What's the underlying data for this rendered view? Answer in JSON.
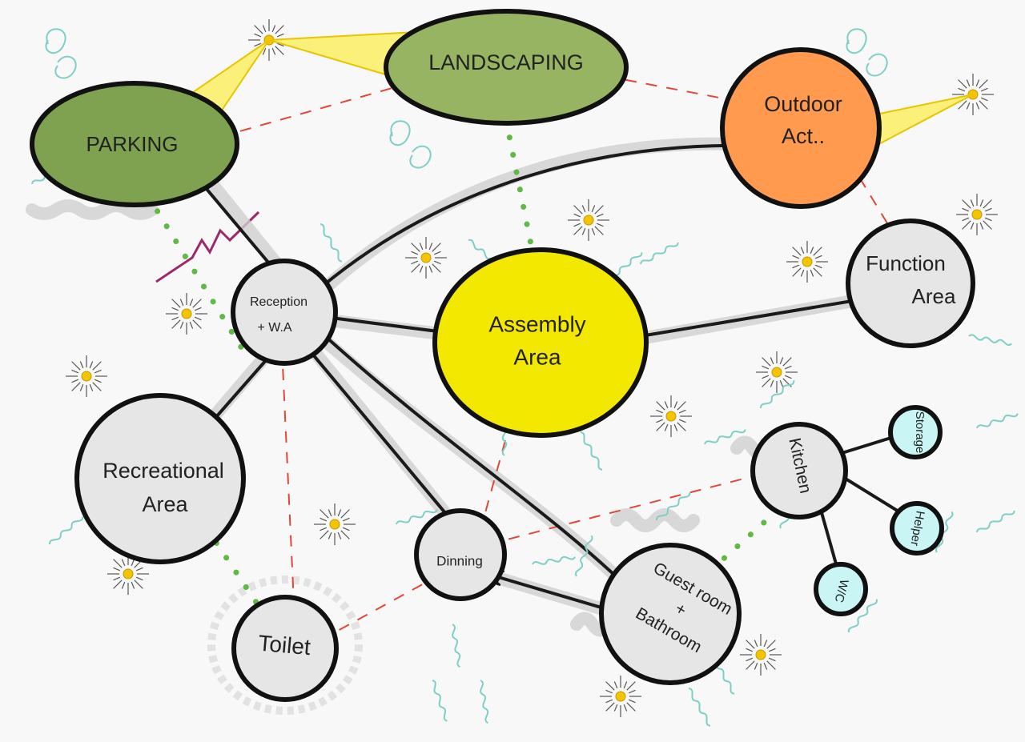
{
  "diagram": {
    "nodes": {
      "parking": {
        "label": "PARKING",
        "color": "#7ea24f"
      },
      "landscaping": {
        "label": "LANDSCAPING",
        "color": "#96b462"
      },
      "outdoor": {
        "line1": "Outdoor",
        "line2": "Act..",
        "color": "#ff9a4e"
      },
      "function": {
        "line1": "Function",
        "line2": "Area",
        "color": "#e6e6e6"
      },
      "reception": {
        "line1": "Reception",
        "line2": "+ W.A",
        "color": "#e6e6e6"
      },
      "assembly": {
        "line1": "Assembly",
        "line2": "Area",
        "color": "#f3e800"
      },
      "recreational": {
        "line1": "Recreational",
        "line2": "Area",
        "color": "#e6e6e6"
      },
      "dinning": {
        "label": "Dinning",
        "color": "#e6e6e6"
      },
      "toilet": {
        "label": "Toilet",
        "color": "#e6e6e6"
      },
      "guest": {
        "line1": "Guest room",
        "line2": "+",
        "line3": "Bathroom",
        "color": "#e6e6e6"
      },
      "kitchen": {
        "label": "Kitchen",
        "color": "#e6e6e6"
      },
      "storage": {
        "label": "Storage",
        "color": "#c9f5f5"
      },
      "helper": {
        "label": "Helper",
        "color": "#c9f5f5"
      },
      "wc": {
        "label": "W/C",
        "color": "#c9f5f5"
      }
    },
    "colors": {
      "link": "#1a1a1a",
      "dashed_relation": "#e0463a",
      "dotted_relation": "#5fb944",
      "sun": "#f5c400",
      "decoration": "#7ecfc6"
    }
  }
}
